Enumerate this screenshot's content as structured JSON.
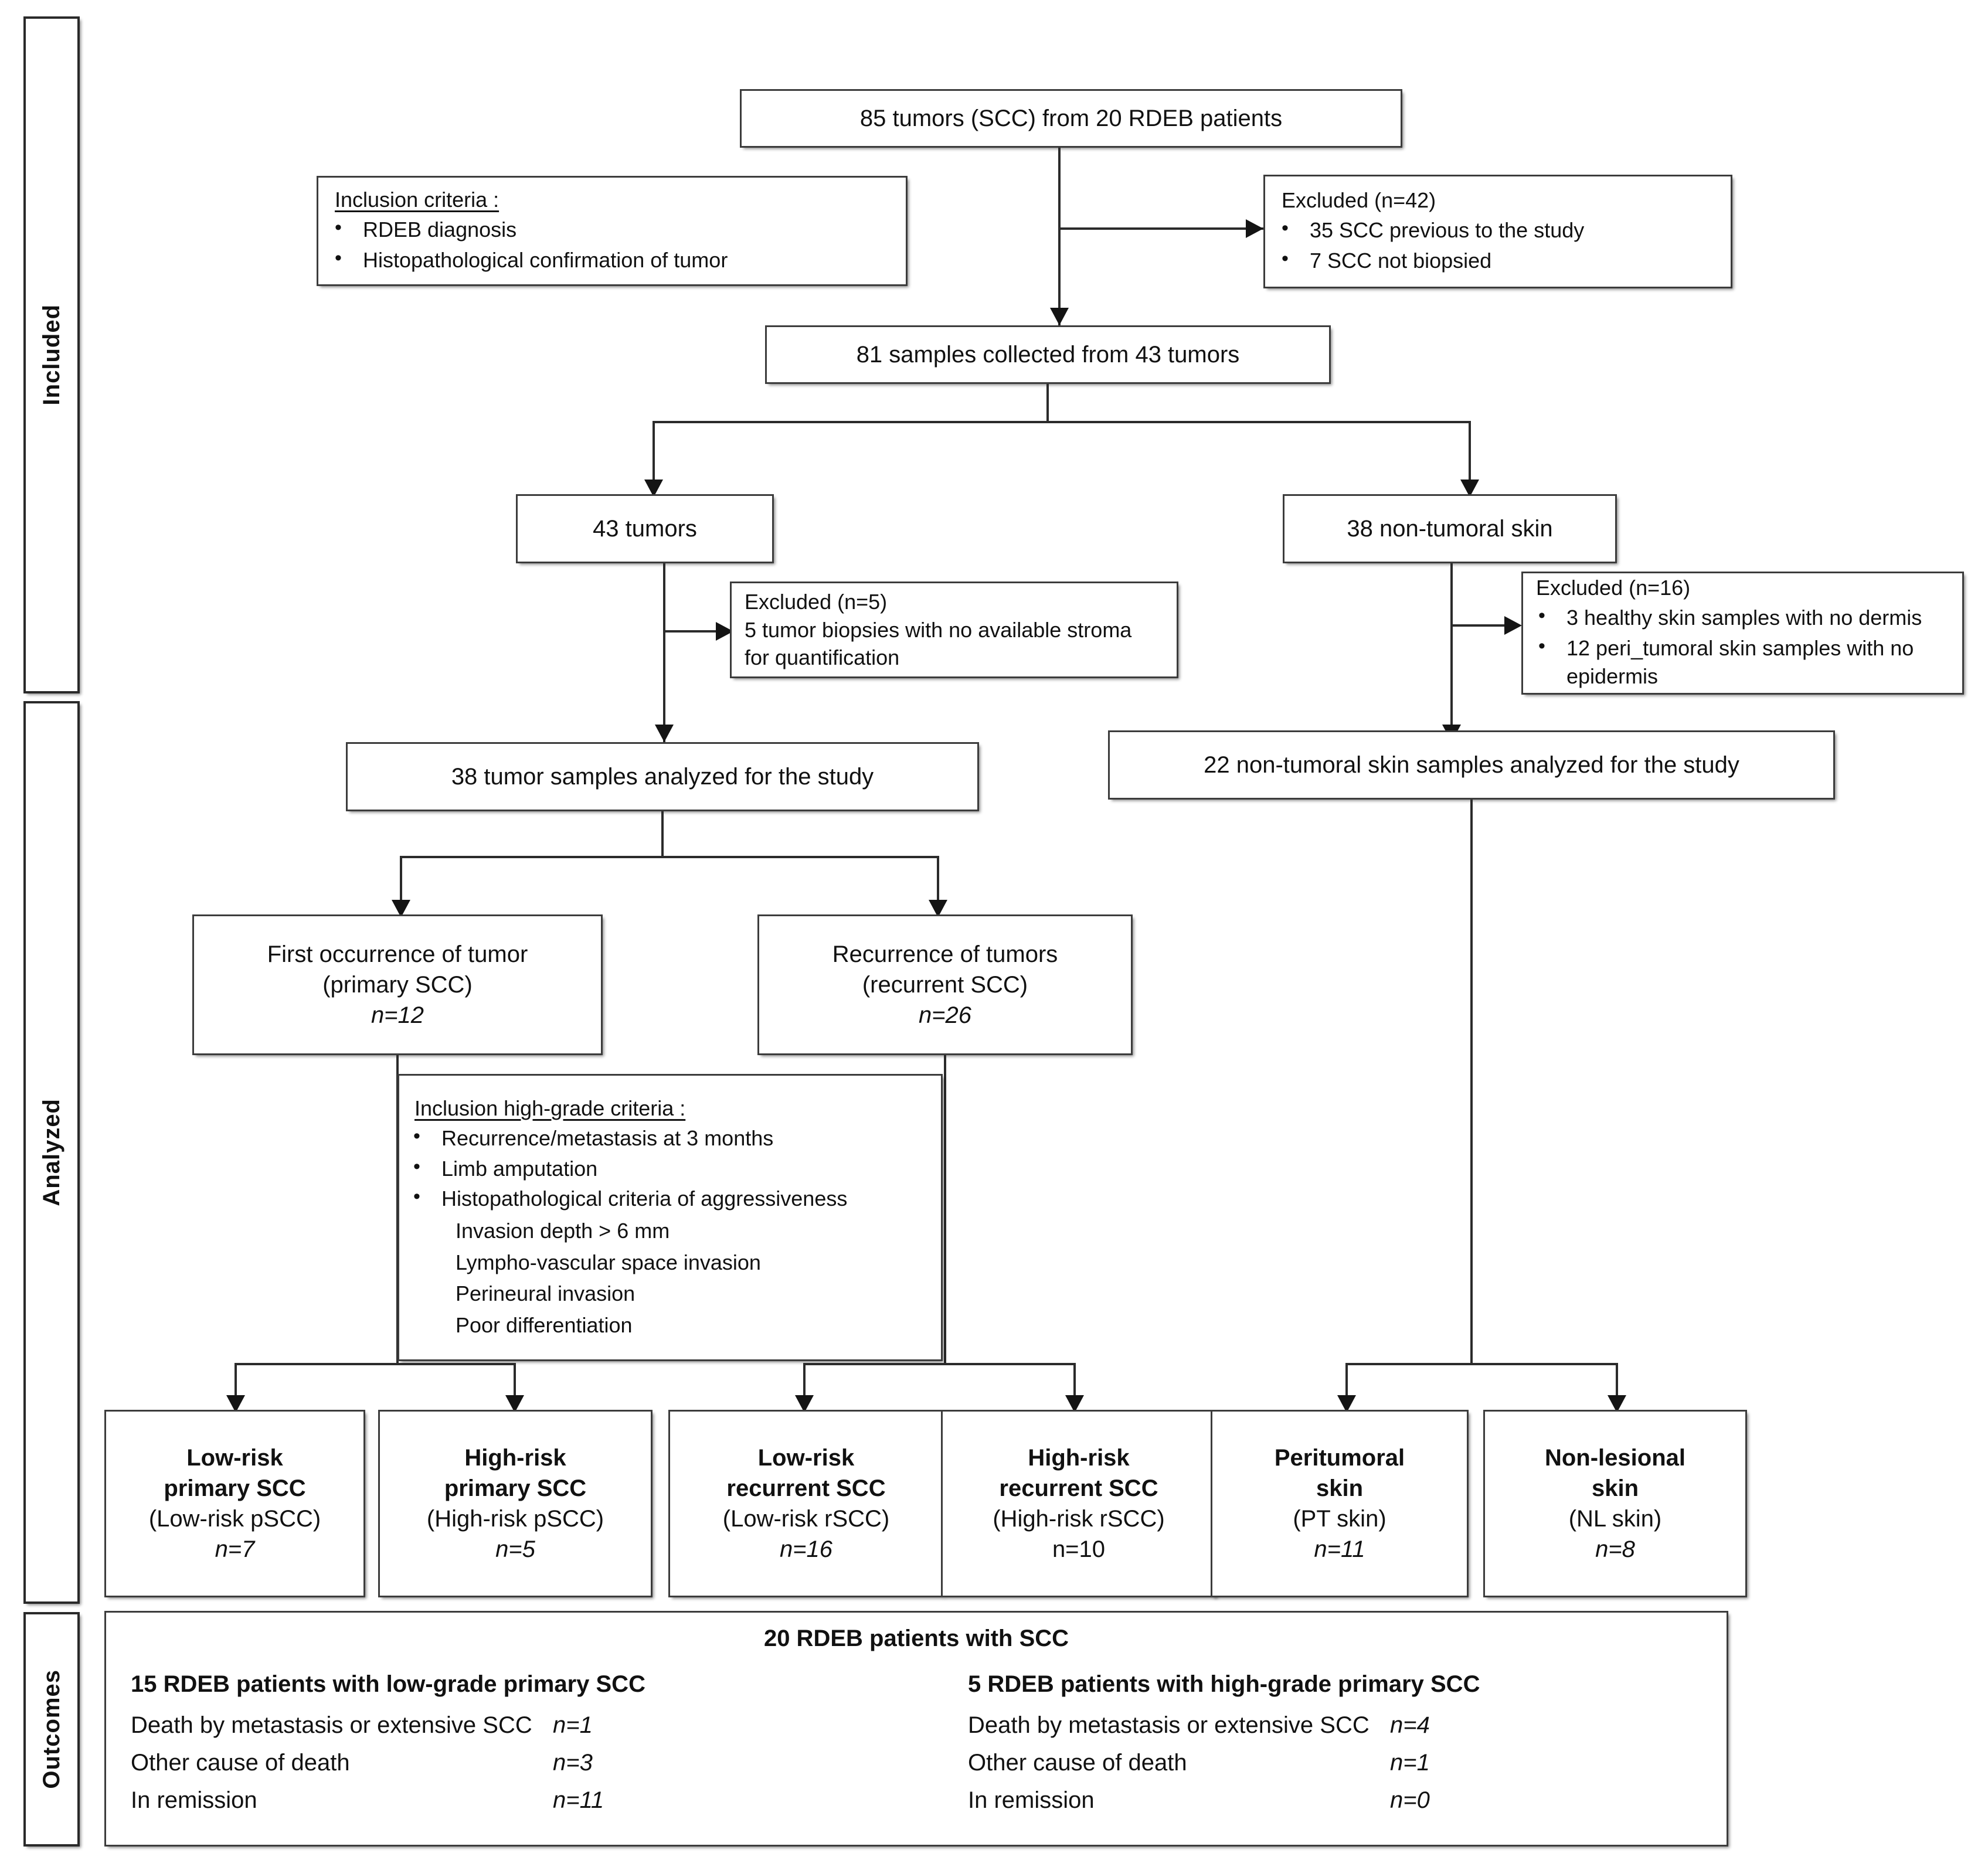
{
  "stages": [
    {
      "label": "Included"
    },
    {
      "label": "Analyzed"
    },
    {
      "label": "Outcomes"
    }
  ],
  "nodes": {
    "top": "85 tumors (SCC) from 20 RDEB patients",
    "inclusion_criteria": {
      "title": "Inclusion criteria :",
      "items": [
        "RDEB diagnosis",
        "Histopathological confirmation of tumor"
      ]
    },
    "excluded_42": {
      "title": "Excluded (n=42)",
      "items": [
        "35 SCC previous to the study",
        "7 SCC not biopsied"
      ]
    },
    "samples_collected": "81 samples collected from 43 tumors",
    "tumors_43": "43 tumors",
    "nontumoral_38": "38 non-tumoral skin",
    "excluded_5": {
      "title": "Excluded (n=5)",
      "line1": "5 tumor biopsies with no available stroma",
      "line2": "for quantification"
    },
    "excluded_16": {
      "title": "Excluded (n=16)",
      "items": [
        "3 healthy skin samples with no dermis",
        "12 peri_tumoral skin samples with no epidermis"
      ]
    },
    "tumor_analyzed": "38 tumor samples analyzed for the study",
    "nontumoral_analyzed": "22 non-tumoral skin samples analyzed for the study",
    "first_occurrence": {
      "line1": "First occurrence of tumor",
      "line2": "(primary SCC)",
      "n": "n=12"
    },
    "recurrence": {
      "line1": "Recurrence of tumors",
      "line2": "(recurrent SCC)",
      "n": "n=26"
    },
    "highgrade_criteria": {
      "title": "Inclusion high-grade criteria :",
      "items": [
        "Recurrence/metastasis at 3 months",
        "Limb amputation",
        "Histopathological criteria of aggressiveness"
      ],
      "subitems": [
        "Invasion depth > 6 mm",
        "Lympho-vascular space invasion",
        "Perineural invasion",
        "Poor differentiation"
      ]
    }
  },
  "groups": [
    {
      "line1": "Low-risk",
      "line2": "primary SCC",
      "line3": "(Low-risk pSCC)",
      "n": "n=7",
      "n_italic": true
    },
    {
      "line1": "High-risk",
      "line2": "primary SCC",
      "line3": "(High-risk pSCC)",
      "n": "n=5",
      "n_italic": true
    },
    {
      "line1": "Low-risk",
      "line2": "recurrent SCC",
      "line3": "(Low-risk rSCC)",
      "n": "n=16",
      "n_italic": true
    },
    {
      "line1": "High-risk",
      "line2": "recurrent SCC",
      "line3": "(High-risk rSCC)",
      "n": "n=10",
      "n_italic": false
    },
    {
      "line1": "Peritumoral",
      "line2": "skin",
      "line3": "(PT skin)",
      "n": "n=11",
      "n_italic": true
    },
    {
      "line1": "Non-lesional",
      "line2": "skin",
      "line3": "(NL skin)",
      "n": "n=8",
      "n_italic": true
    }
  ],
  "outcomes": {
    "title": "20 RDEB patients with SCC",
    "columns": [
      {
        "heading": "15 RDEB patients with low-grade primary SCC",
        "rows": [
          {
            "label": "Death by metastasis or extensive SCC",
            "value": "n=1"
          },
          {
            "label": "Other cause of death",
            "value": "n=3"
          },
          {
            "label": "In remission",
            "value": "n=11"
          }
        ]
      },
      {
        "heading": "5 RDEB patients with high-grade primary SCC",
        "rows": [
          {
            "label": "Death by metastasis or extensive SCC",
            "value": "n=4"
          },
          {
            "label": "Other cause of death",
            "value": "n=1"
          },
          {
            "label": "In remission",
            "value": "n=0"
          }
        ]
      }
    ]
  },
  "colors": {
    "line": "#2b2b2b",
    "border": "#3c3c3c",
    "background": "#ffffff",
    "text": "#111111"
  }
}
